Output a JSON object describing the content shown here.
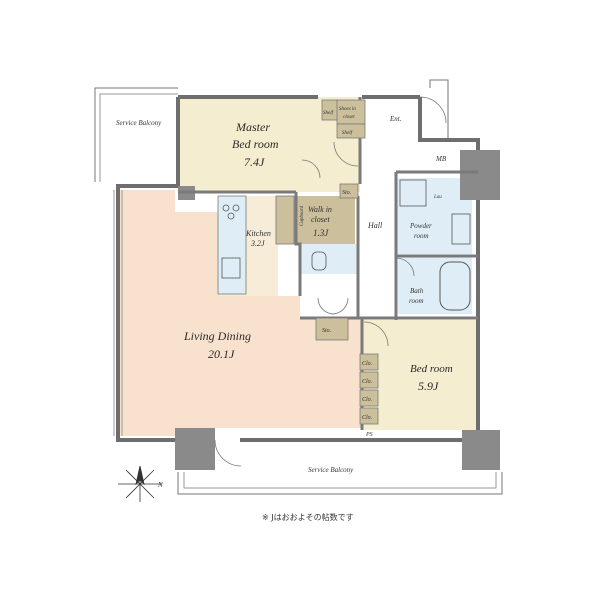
{
  "rooms": {
    "master": {
      "name_line1": "Master",
      "name_line2": "Bed room",
      "size": "7.4J"
    },
    "living": {
      "name": "Living Dining",
      "size": "20.1J"
    },
    "bedroom": {
      "name": "Bed room",
      "size": "5.9J"
    },
    "kitchen": {
      "name": "Kitchen",
      "size": "3.2J"
    },
    "walkin": {
      "name_line1": "Walk in",
      "name_line2": "closet",
      "size": "1.3J"
    },
    "powder": {
      "name_line1": "Powder",
      "name_line2": "room"
    },
    "bath": {
      "name_line1": "Bath",
      "name_line2": "room"
    },
    "hall": {
      "name": "Hall"
    }
  },
  "storage": {
    "shelf_left": "Shelf",
    "shoes_line1": "Shoes in",
    "shoes_line2": "closet",
    "shelf_bottom": "Shelf",
    "ent": "Ent.",
    "mb": "MB",
    "sto_top": "Sto.",
    "sto_mid": "Sto.",
    "cupboard": "Cupboard",
    "lau": "Lau",
    "clo": [
      "Clo.",
      "Clo.",
      "Clo.",
      "Clo."
    ],
    "ps": "PS"
  },
  "balconies": {
    "top": "Service Balcony",
    "bottom": "Service Balcony"
  },
  "compass": {
    "label": "N"
  },
  "footnote": "※ Jはおおよその帖数です",
  "colors": {
    "living": "#f8e2cd",
    "master": "#f4edcf",
    "bedroom": "#f4edcf",
    "kitchen": "#f6ecd8",
    "walkin": "#cbbf9c",
    "wet": "#dfeef6",
    "wall": "#6e6e6e",
    "storage": "#cbbf9c"
  }
}
